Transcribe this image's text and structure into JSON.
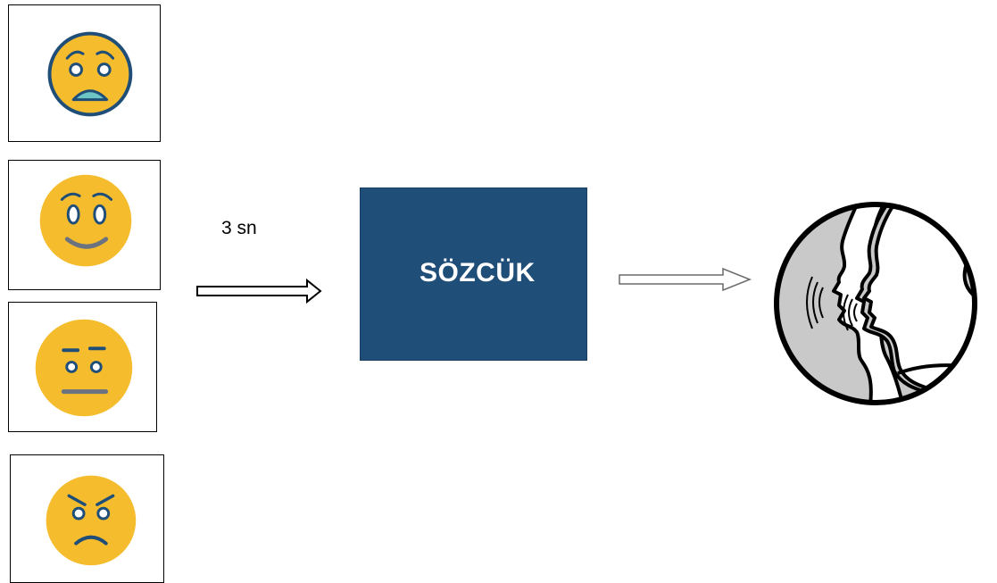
{
  "faces": [
    {
      "emotion": "fear"
    },
    {
      "emotion": "surprise"
    },
    {
      "emotion": "neutral"
    },
    {
      "emotion": "anger"
    }
  ],
  "delay_label": "3 sn",
  "word_box": {
    "text": "SÖZCÜK",
    "color": "#1f4e79"
  },
  "colors": {
    "face_fill": "#f5bd2e",
    "face_outline": "#1f4e79",
    "speaker_gray": "#c9c9c9"
  },
  "speaker_icon": "speaking-heads-icon"
}
